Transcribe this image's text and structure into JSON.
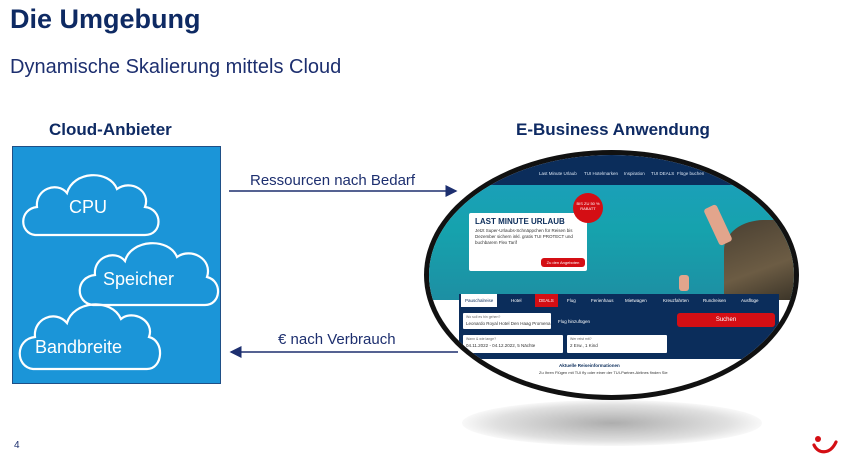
{
  "slide": {
    "title": "Die Umgebung",
    "subtitle": "Dynamische Skalierung mittels Cloud",
    "page_number": "4"
  },
  "cloud_provider": {
    "heading": "Cloud-Anbieter",
    "resources": [
      "CPU",
      "Speicher",
      "Bandbreite"
    ],
    "box_color": "#1b95d8"
  },
  "application": {
    "heading": "E-Business Anwendung"
  },
  "flows": {
    "to_app": "Ressourcen nach Bedarf",
    "to_provider": "€ nach Verbrauch"
  },
  "website": {
    "nav_items": [
      "Last Minute Urlaub",
      "TUI Hotelmarken",
      "Inspiration",
      "TUI DEALS",
      "Flüge buchen"
    ],
    "promo_title": "LAST MINUTE URLAUB",
    "promo_text": "Jetzt Super-Urlaubs-Schnäppchen für Reisen bis Dezember sichern inkl. gratis TUI PROTECT und buchbarem Flex Tarif",
    "promo_button": "Zu den Angeboten",
    "badge_text": "BIS ZU 50 % RABATT",
    "tabs": [
      "Pauschalreise",
      "Hotel",
      "Flug",
      "Ferienhaus",
      "Mietwagen",
      "Kreuzfahrten",
      "Rundreisen",
      "Ausflüge"
    ],
    "deals_tab": "DEALS",
    "destination_label": "Wo soll es hin gehen?",
    "destination_value": "Leonardo Royal Hotel Den Haag Promena",
    "flight_option": "Flug hinzufügen",
    "dates_label": "Wann & wie lange?",
    "dates_value": "04.11.2022 - 04.12.2022, 5 Nächte",
    "travellers_label": "Wer reist mit?",
    "travellers_value": "2 Erw., 1 Kind",
    "search_button": "Suchen",
    "info_title": "Aktuelle Reiseinformationen",
    "info_text": "Zu Ihren Flügen mit TUI fly oder einer der TUI-Partner-Airlines finden Sie"
  },
  "colors": {
    "navy": "#0e2a63",
    "tui_red": "#d40e14",
    "site_navy": "#0b2d5b"
  }
}
